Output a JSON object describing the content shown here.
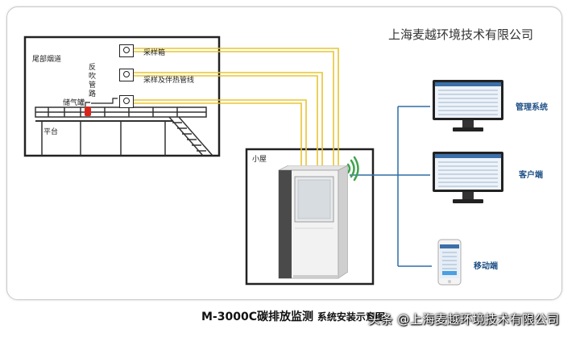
{
  "company": "上海麦越环境技术有限公司",
  "labels": {
    "chimney": "尾部烟道",
    "backflush": [
      "反",
      "吹",
      "管",
      "路"
    ],
    "tank": "储气罐",
    "platform": "平台",
    "sampling_box": "采样箱",
    "sampling_pipe": "采样及伴热管线",
    "hut": "小屋",
    "management": "管理系统",
    "client": "客户端",
    "mobile": "移动端"
  },
  "caption": {
    "bold": "M-3000C碳排放监测",
    "rest": "系统安装示意图"
  },
  "watermark": "头条 @上海麦越环境技术有限公司",
  "colors": {
    "line": "#222222",
    "pipe": "#e8c531",
    "network": "#2f6fa5",
    "tank": "#d8261d",
    "wifi": "#3fa34d"
  },
  "icons": [
    "wifi-icon",
    "monitor-icon",
    "phone-icon",
    "analyzer-cabinet-icon"
  ]
}
